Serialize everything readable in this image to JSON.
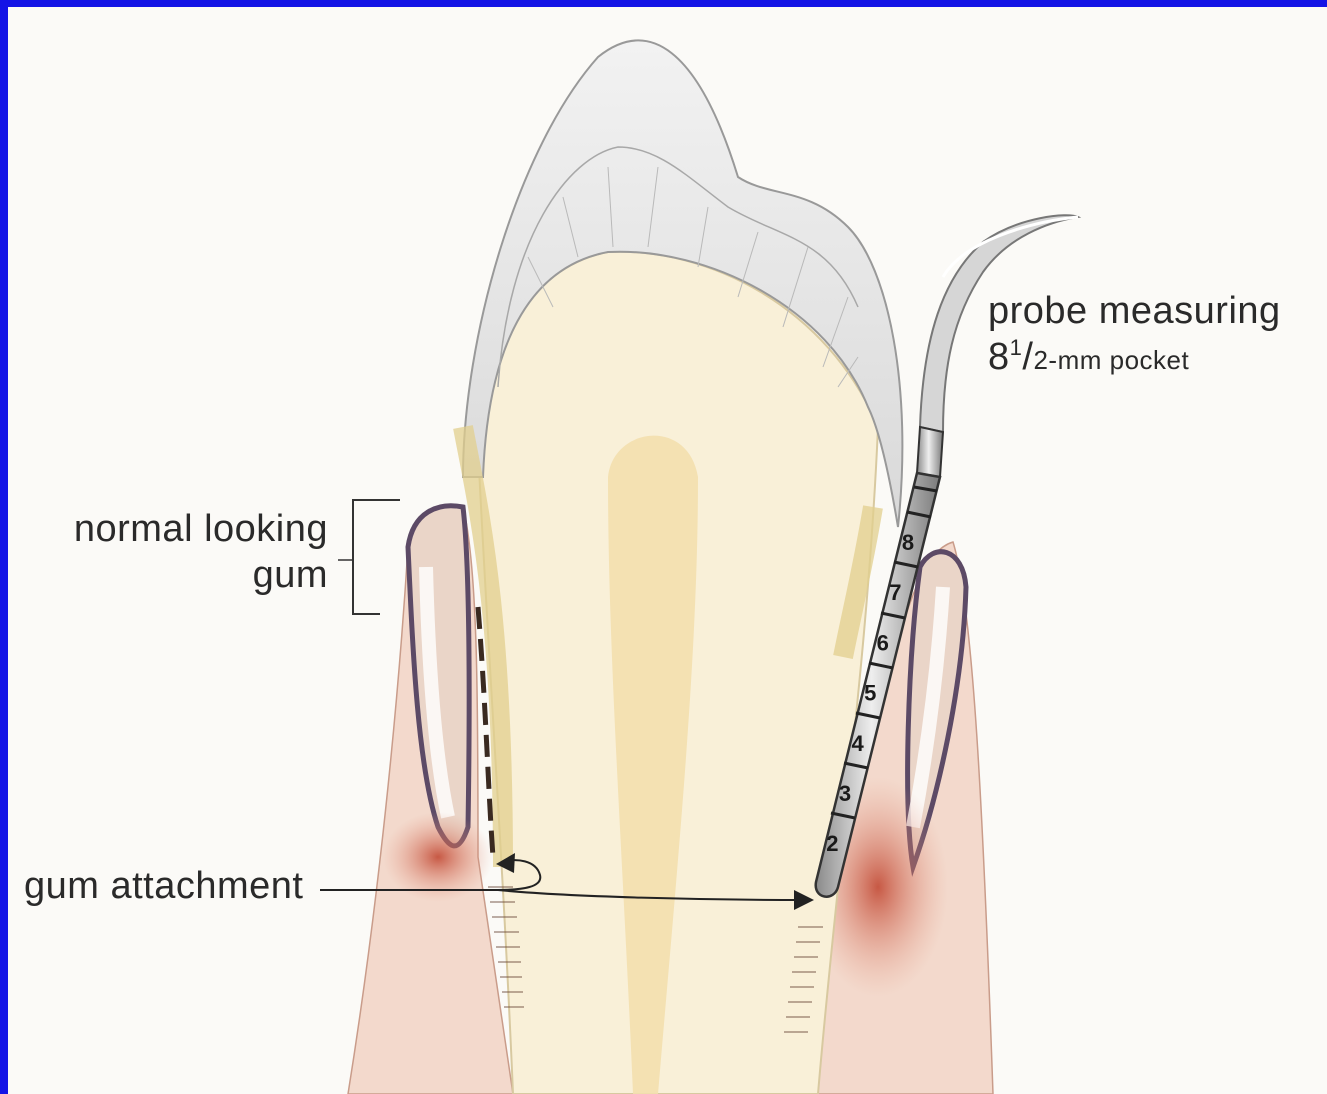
{
  "labels": {
    "normal_gum": [
      "normal looking",
      "gum"
    ],
    "gum_attachment": "gum attachment",
    "probe_line1": "probe measuring",
    "probe_line2_prefix": "8",
    "probe_line2_sup": "1",
    "probe_line2_slash": "/",
    "probe_line2_rest": "2-mm pocket"
  },
  "probe_markings": [
    "8",
    "7",
    "6",
    "5",
    "4",
    "3",
    "2"
  ],
  "colors": {
    "frame": "#1414e6",
    "enamel": "#e6e6e6",
    "dentin": "#f8eed2",
    "pulp": "#f1dfb0",
    "gum": "#e8b9a8",
    "gum_dark": "#6e5a78",
    "inflamed": "#c9553f",
    "probe": "#c8c8c8"
  }
}
